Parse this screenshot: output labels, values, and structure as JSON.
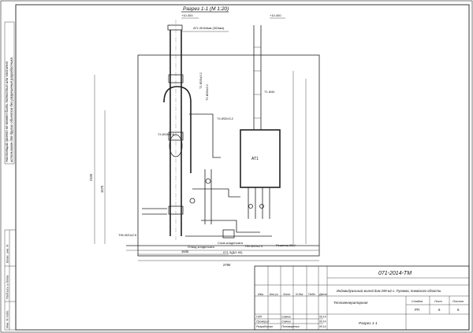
{
  "section_title": "Разрез 1-1 (М 1:20)",
  "side_notes": [
    "Настоящий проект не может быть полностью или частично",
    "использован для других объектов без разрешения разработчика"
  ],
  "stamp_side": {
    "inv_podl": "Инв. N подл.",
    "podp_data": "Подпись и дата",
    "vzam_inv": "Взам. инв. N"
  },
  "title_block": {
    "code": "071-2014-ТМ",
    "project": "Индивидуальный жилой дом 299 м2 с. Пузаево, Киевского области",
    "section": "Теплогенераторная",
    "sheet_title": "Разрез 1-1",
    "col_headers": [
      "Изм.",
      "Кол.уч",
      "Лист",
      "N док",
      "Подп.",
      "Дата"
    ],
    "stage_labels": [
      "Стадия",
      "Лист",
      "Листов"
    ],
    "stage_values": [
      "РП",
      "5",
      "6"
    ],
    "roles": [
      {
        "role": "ГИП",
        "name": "Савчик",
        "date": "09.14"
      },
      {
        "role": "Проверил",
        "name": "Савчик",
        "date": "09.14"
      },
      {
        "role": "Разработал",
        "name": "Пономаренко",
        "date": "09.14"
      }
    ]
  },
  "annotations": {
    "level_top1": "+10.400",
    "level_top2": "+10.400",
    "chimney_label": "АТ1 Ø160мм (300мм)",
    "pipe1": "Т1 Ø25х3.2",
    "pipe2": "Т1 Ø25х3.2",
    "pipe3": "Т4 Ø15х2.8",
    "pipe4": "Т4 Ø32х3.2",
    "pipe_r": "Т1 Ø40",
    "boiler": "АТ1",
    "chimney_note": "Отвод конденсата",
    "drain_note": "Слив конденсата",
    "drain2": "Т90 Ø20х2.5",
    "drain3": "Т90 Ø20х2.5",
    "floor1": "0Т1.3(ДО-90)",
    "dim_total": "2790",
    "dim_1": "1645",
    "dim_h1": "2100",
    "dim_h2": "1575",
    "right_dim": "Решетка Ø20"
  }
}
